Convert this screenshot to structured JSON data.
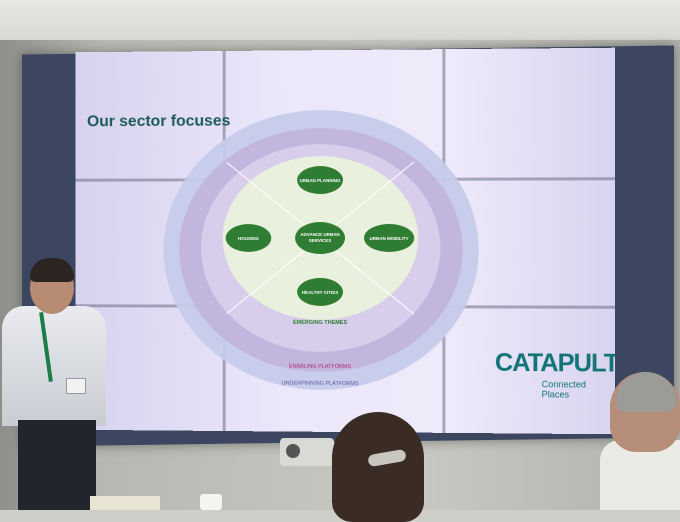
{
  "slide": {
    "title": "Our sector focuses",
    "center_nodes": {
      "urban_planning": "URBAN PLANNING",
      "housing": "HOUSING",
      "advance_1": "ADVANCE URBAN",
      "advance_2": "SERVICES",
      "urban_mobility": "URBAN MOBILITY",
      "healthy_cities": "HEALTHY CITIES"
    },
    "rings": {
      "emerging": "EMERGING THEMES",
      "enabling": "ENABLING PLATFORMS",
      "underpinning": "UNDERPINNING PLATFORMS"
    },
    "logo": {
      "name": "CATAPULT",
      "tagline": "Connected Places"
    }
  }
}
